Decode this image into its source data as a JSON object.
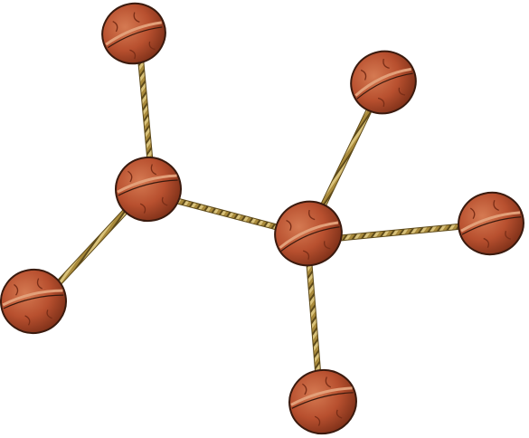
{
  "diagram": {
    "kind": "walnut-and-string molecule model",
    "node_count": 7,
    "link_count": 6,
    "colors": {
      "background": "#ffffff",
      "walnut_shell": "#b8502f",
      "walnut_shell_light": "#d57a52",
      "walnut_shell_dark": "#7a2e17",
      "walnut_outline": "#3a1a0e",
      "walnut_seam": "#e2a07a",
      "string": "#a98a3b",
      "string_light": "#d9c27a",
      "string_dark": "#5e4a1a"
    }
  }
}
